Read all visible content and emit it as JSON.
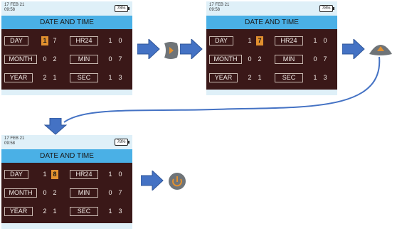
{
  "screens": [
    {
      "status_date": "17 FEB 21",
      "status_time": "09:58",
      "battery": "78%",
      "title": "DATE AND TIME",
      "day_label": "DAY",
      "day_d1": "1",
      "day_d2": "7",
      "month_label": "MONTH",
      "month_d1": "0",
      "month_d2": "2",
      "year_label": "YEAR",
      "year_d1": "2",
      "year_d2": "1",
      "hr_label": "HR24",
      "hr_d1": "1",
      "hr_d2": "0",
      "min_label": "MIN",
      "min_d1": "0",
      "min_d2": "7",
      "sec_label": "SEC",
      "sec_d1": "1",
      "sec_d2": "3"
    },
    {
      "status_date": "17 FEB 21",
      "status_time": "09:58",
      "battery": "78%",
      "title": "DATE AND TIME",
      "day_label": "DAY",
      "day_d1": "1",
      "day_d2": "7",
      "month_label": "MONTH",
      "month_d1": "0",
      "month_d2": "2",
      "year_label": "YEAR",
      "year_d1": "2",
      "year_d2": "1",
      "hr_label": "HR24",
      "hr_d1": "1",
      "hr_d2": "0",
      "min_label": "MIN",
      "min_d1": "0",
      "min_d2": "7",
      "sec_label": "SEC",
      "sec_d1": "1",
      "sec_d2": "3"
    },
    {
      "status_date": "17 FEB 21",
      "status_time": "09:58",
      "battery": "78%",
      "title": "DATE AND TIME",
      "day_label": "DAY",
      "day_d1": "1",
      "day_d2": "8",
      "month_label": "MONTH",
      "month_d1": "0",
      "month_d2": "2",
      "year_label": "YEAR",
      "year_d1": "2",
      "year_d2": "1",
      "hr_label": "HR24",
      "hr_d1": "1",
      "hr_d2": "0",
      "min_label": "MIN",
      "min_d1": "0",
      "min_d2": "7",
      "sec_label": "SEC",
      "sec_d1": "1",
      "sec_d2": "3"
    }
  ],
  "highlighted_digit": [
    "day_d1",
    "day_d2",
    "day_d2"
  ],
  "colors": {
    "arrow": "#4472c4",
    "button_grey": "#6f7478",
    "button_orange": "#e2902f",
    "highlight": "#e2902f",
    "title_bar": "#4ab0e6",
    "panel": "#3a1818"
  },
  "icons": [
    "right-arrow-key-icon",
    "up-arrow-key-icon",
    "power-key-icon"
  ]
}
